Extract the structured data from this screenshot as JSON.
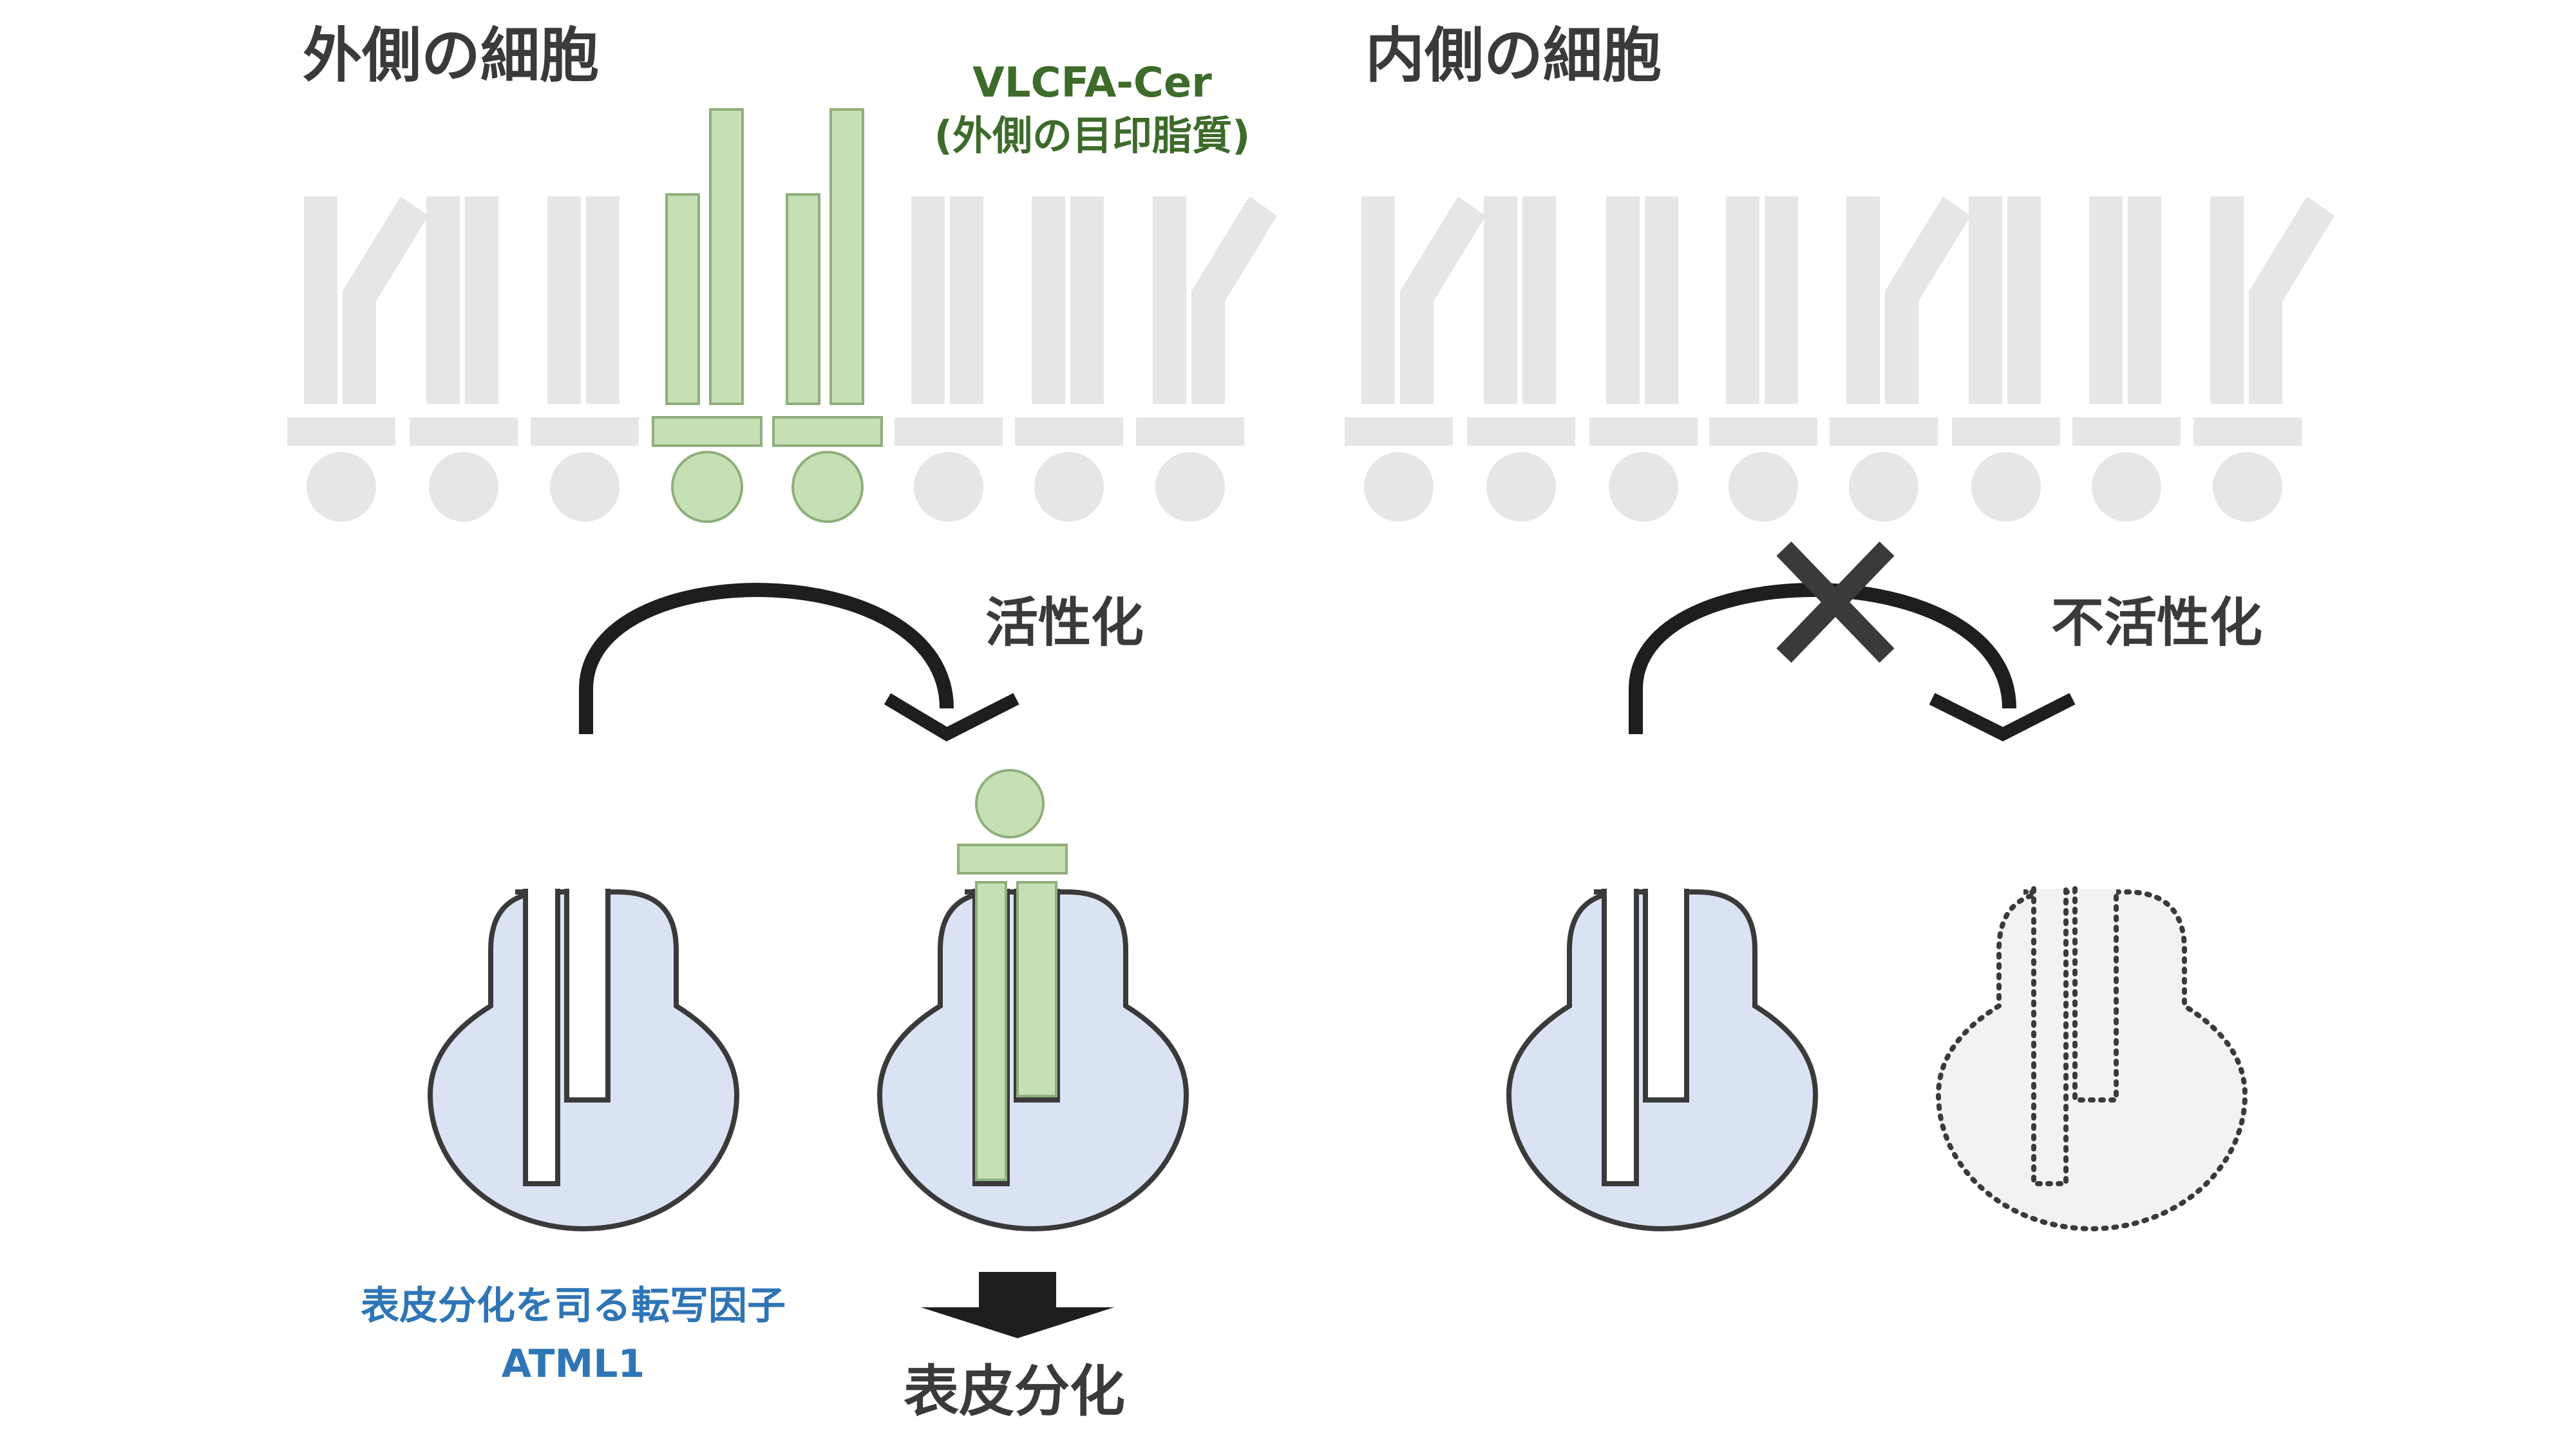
{
  "left_panel": {
    "title": "外側の細胞",
    "marker_name": "VLCFA-Cer",
    "marker_desc": "(外側の目印脂質)",
    "arrow_label": "活性化",
    "tf_name_line1": "表皮分化を司る転写因子",
    "tf_name_line2": "ATML1",
    "outcome": "表皮分化"
  },
  "right_panel": {
    "title": "内側の細胞",
    "arrow_label": "不活性化"
  },
  "colors": {
    "membrane_lipid": "#e6e6e6",
    "vlcfa_cer_fill": "#c5e0b4",
    "vlcfa_cer_stroke": "#8fae7c",
    "atml1_fill": "#dae3f3",
    "inactive_fill": "#f2f2f2",
    "title_text": "#3a3a3a",
    "marker_text": "#3d6b2a",
    "tf_text": "#2e75b6",
    "arrow": "#1e1e1e",
    "block_x": "#3a3a3a"
  }
}
